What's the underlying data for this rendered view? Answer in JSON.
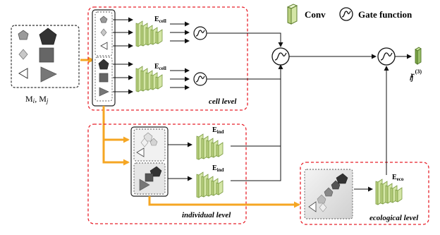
{
  "legend": {
    "conv_label": "Conv",
    "gate_label": "Gate function"
  },
  "input": {
    "label_m": "M",
    "label_i": "i",
    "label_sep": ", M",
    "label_j": "j"
  },
  "encoders": {
    "e_letter": "E",
    "cell_sub": "cell",
    "ind_sub": "ind",
    "eco_sub": "eco"
  },
  "levels": {
    "cell": "cell level",
    "individual": "individual level",
    "ecological": "ecological level"
  },
  "output": {
    "r": "r",
    "sup": "(3)",
    "sub": "ij"
  },
  "colors": {
    "dashed_box": "#e8202a",
    "orange_arrow": "#f5a623",
    "conv_fill": "#d4e6a6",
    "conv_stroke": "#7a9a40",
    "output_fill": "#9bbf6b"
  }
}
